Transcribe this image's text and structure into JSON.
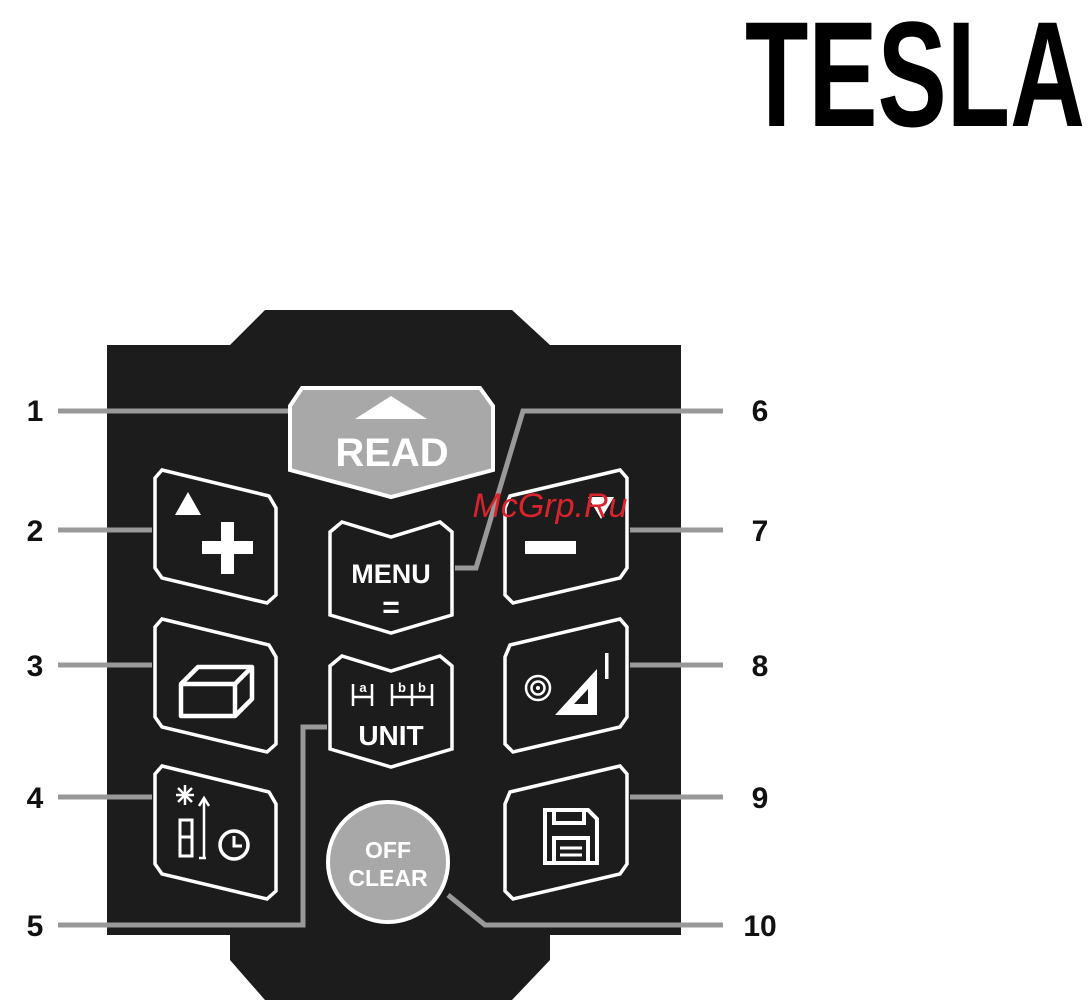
{
  "brand": {
    "logo_text": "TESLA"
  },
  "watermark": {
    "text": "McGrp.Ru",
    "color": "#d9232d"
  },
  "colors": {
    "panel": "#1c1c1c",
    "button_outline": "#ffffff",
    "grey_button": "#a8a8a8",
    "leader_line": "#999999",
    "number": "#111111"
  },
  "buttons": {
    "read": {
      "label": "READ",
      "icon": "triangle-up-icon"
    },
    "plus": {
      "icon": "plus-icon",
      "secondary_icon": "triangle-up-icon"
    },
    "menu": {
      "label": "MENU",
      "secondary": "="
    },
    "minus": {
      "icon": "minus-icon",
      "secondary_icon": "triangle-down-icon"
    },
    "volume": {
      "icon": "box-volume-icon"
    },
    "unit": {
      "label": "UNIT",
      "icon": "measure-segments-icon",
      "segment_labels": [
        "a",
        "b",
        "b"
      ]
    },
    "pythagoras": {
      "icon": "pythagoras-icon"
    },
    "timer": {
      "icon": "laser-timer-icon"
    },
    "memory": {
      "icon": "floppy-disk-icon"
    },
    "off_clear": {
      "label_line1": "OFF",
      "label_line2": "CLEAR"
    }
  },
  "callouts": [
    "1",
    "2",
    "3",
    "4",
    "5",
    "6",
    "7",
    "8",
    "9",
    "10"
  ]
}
